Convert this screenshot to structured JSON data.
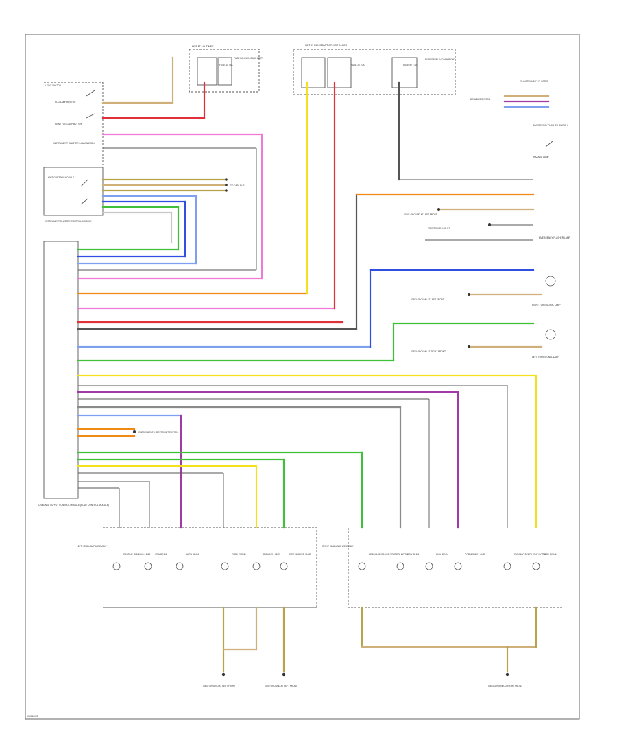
{
  "diagram": {
    "labels": {
      "page_id": "W0066003",
      "hot_at_all_times_left": "HOT AT ALL TIMES",
      "hot_in_run_start": "HOT IN RUN/START OR HOT IN ACC",
      "fuse_left": "FUSE 15 / 5A",
      "fuse_mid_a": "FUSE 2 / 10A",
      "fuse_mid_b": "FUSE 9 / 7.5A",
      "fuse_panel_left": "FUSE PANEL IN DASH LEFT",
      "fuse_panel_right": "FUSE PANEL IN DASH RIGHT",
      "light_switch": "LIGHT SWITCH",
      "fog_lamp_button": "FOG LAMP BUTTON",
      "rear_fog_button": "REAR FOG LAMP BUTTON",
      "instrument_cluster_illum": "INSTRUMENT CLUSTER ILLUMINATION",
      "light_control_module": "LIGHT CONTROL MODULE",
      "instrument_cluster": "INSTRUMENT CLUSTER CONTROL MODULE",
      "emergency_flasher_switch": "EMERGENCY FLASHER SWITCH",
      "hazard_lamp": "HAZARD LAMP",
      "emergency_flasher_lamp": "EMERGENCY FLASHER LAMP",
      "right_turn_lamp": "RIGHT TURN SIGNAL LAMP",
      "left_turn_lamp": "LEFT TURN SIGNAL LAMP",
      "onboard_supply": "ONBOARD SUPPLY CONTROL MODULE (BODY CONTROL MODULE)",
      "left_headlamp": "LEFT HEADLAMP ASSEMBLY",
      "right_headlamp": "RIGHT HEADLAMP ASSEMBLY",
      "ground_left": "G501 GROUND AT LEFT FRONT",
      "ground_mid": "G502 GROUND AT LEFT FRONT",
      "ground_right": "G503 GROUND AT RIGHT FRONT",
      "supplemental": "SUPPLEMENTAL RESTRAINT SYSTEM",
      "to_data_bus": "TO DATA BUS",
      "to_cluster": "TO INSTRUMENT CLUSTER",
      "data_bus_system": "DATA BUS SYSTEM",
      "to_interior_lights": "TO INTERIOR LIGHTS",
      "daytime_running": "DAYTIME RUNNING LAMP",
      "low_beam": "LOW BEAM",
      "high_beam": "HIGH BEAM",
      "turn_signal": "TURN SIGNAL",
      "parking_lamp": "PARKING LAMP",
      "side_marker": "SIDE MARKER LAMP",
      "headlamp_range": "HEADLAMP RANGE CONTROL MOTOR",
      "cornering_lamp": "CORNERING LAMP",
      "dynamic_bend": "DYNAMIC BEND LIGHT MOTOR"
    },
    "colors": {
      "red": "#e0313b",
      "orange": "#ef8a17",
      "yellow": "#f2e11b",
      "tan": "#cfb07a",
      "olive": "#b8a24a",
      "green": "#3fbf3a",
      "blue": "#2f4fe0",
      "lightblue": "#7ea0ee",
      "pink": "#f07ad8",
      "purple": "#a23aa6",
      "gray": "#8a8a8a",
      "lightgray": "#c8c8c8"
    }
  }
}
